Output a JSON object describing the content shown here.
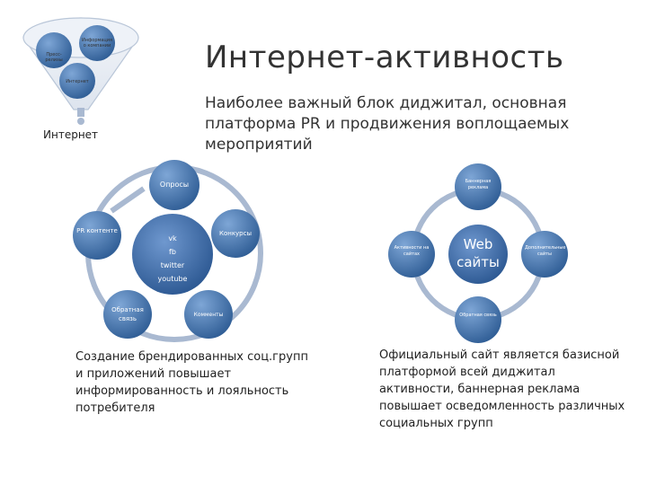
{
  "title": "Интернет-активность",
  "subtitle": "Наиболее важный блок диджитал, основная платформа PR и продвижения воплощаемых мероприятий",
  "funnel": {
    "top_left": "Пресс-релизы",
    "top_right": "Информация о компании",
    "middle": "Интернет",
    "bottom_label": "Интернет"
  },
  "left_cycle": {
    "center_lines": [
      "vk",
      "fb",
      "twitter",
      "youtube"
    ],
    "nodes": {
      "top": "Опросы",
      "right": "Конкурсы",
      "bottom_right": "Комменты",
      "bottom_left": "Обратная связь",
      "left": "PR контенте"
    },
    "caption": "Создание брендированных соц.групп и приложений повышает информированность и лояльность потребителя"
  },
  "right_cycle": {
    "center_lines": [
      "Web",
      "сайты"
    ],
    "nodes": {
      "top": "Баннерная реклама",
      "right": "Дополнительные сайты",
      "bottom": "Обратная связь",
      "left": "Активности на сайтах"
    },
    "caption": "Официальный сайт является базисной платформой всей диджитал активности, баннерная реклама повышает осведомленность различных социальных групп"
  },
  "colors": {
    "primary": "#4f7fb8",
    "dark": "#2f5d95",
    "ring": "#a9b9d1",
    "line": "#6f8fb5"
  }
}
